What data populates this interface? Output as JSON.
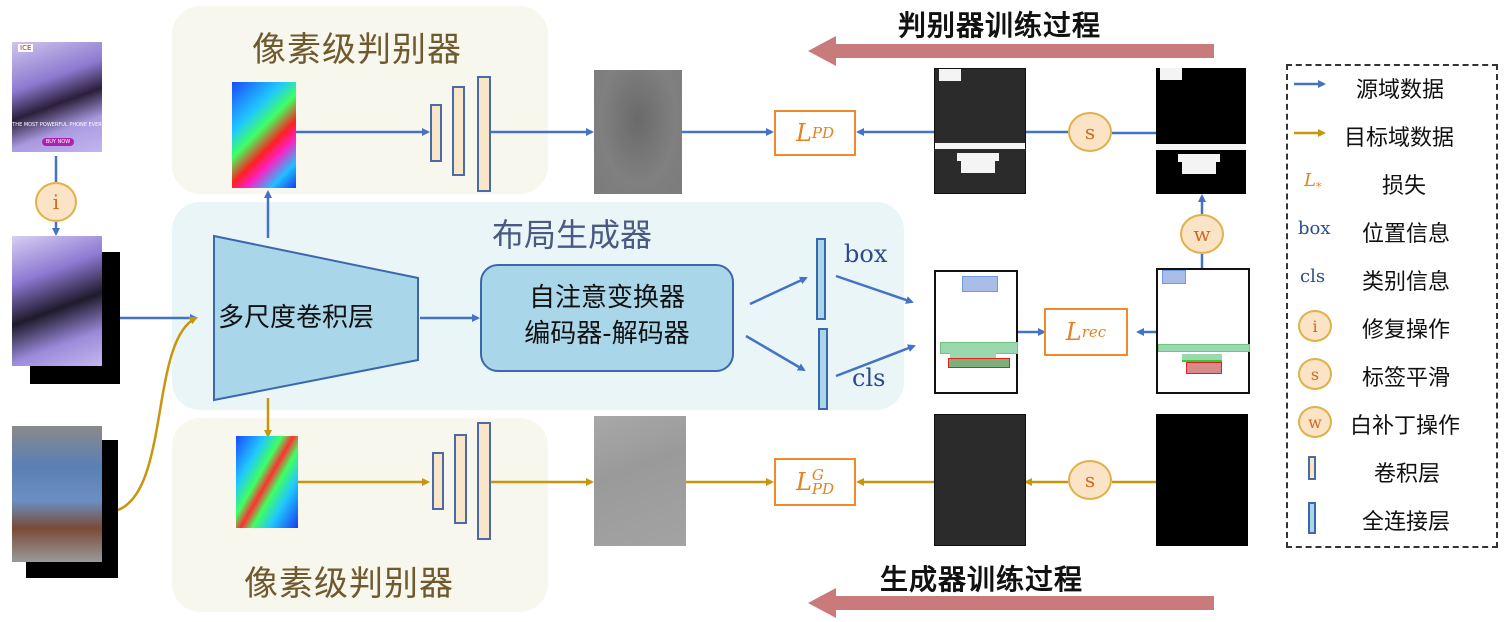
{
  "colors": {
    "source_arrow": "#4472c4",
    "target_arrow": "#c8960c",
    "loss_orange": "#f08a2a",
    "process_arrow": "#c97a7a",
    "disc_panel": "#f8f7ee",
    "gen_panel": "#eaf5f8"
  },
  "top_process": {
    "label": "判别器训练过程"
  },
  "bottom_process": {
    "label": "生成器训练过程"
  },
  "disc_top": {
    "title": "像素级判别器"
  },
  "disc_bottom": {
    "title": "像素级判别器"
  },
  "generator": {
    "title": "布局生成器",
    "conv_block": "多尺度卷积层",
    "transformer_line1": "自注意变换器",
    "transformer_line2": "编码器-解码器",
    "box_label": "box",
    "cls_label": "cls"
  },
  "inputs": {
    "poster_caption": "THE MOST POWERFUL PHONE EVER",
    "poster_button": "BUY NOW",
    "poster_logo": "ICE",
    "inpaint_op": "i"
  },
  "losses": {
    "pd_main": "L",
    "pd_sub": "PD",
    "pdg_main": "L",
    "pdg_sup": "G",
    "pdg_sub": "PD",
    "rec_main": "L",
    "rec_sub": "rec"
  },
  "ops": {
    "smooth_top": "s",
    "smooth_bottom": "s",
    "white_patch": "w"
  },
  "legend": {
    "items": [
      {
        "symbol": "blue-arrow",
        "label": "源域数据"
      },
      {
        "symbol": "gold-arrow",
        "label": "目标域数据"
      },
      {
        "symbol": "L*",
        "label": "损失"
      },
      {
        "symbol": "box",
        "label": "位置信息"
      },
      {
        "symbol": "cls",
        "label": "类别信息"
      },
      {
        "symbol": "i",
        "label": "修复操作"
      },
      {
        "symbol": "s",
        "label": "标签平滑"
      },
      {
        "symbol": "w",
        "label": "白补丁操作"
      },
      {
        "symbol": "conv-bar",
        "label": "卷积层"
      },
      {
        "symbol": "fc-bar",
        "label": "全连接层"
      }
    ],
    "loss_symbol_main": "L",
    "loss_symbol_sub": "*"
  }
}
